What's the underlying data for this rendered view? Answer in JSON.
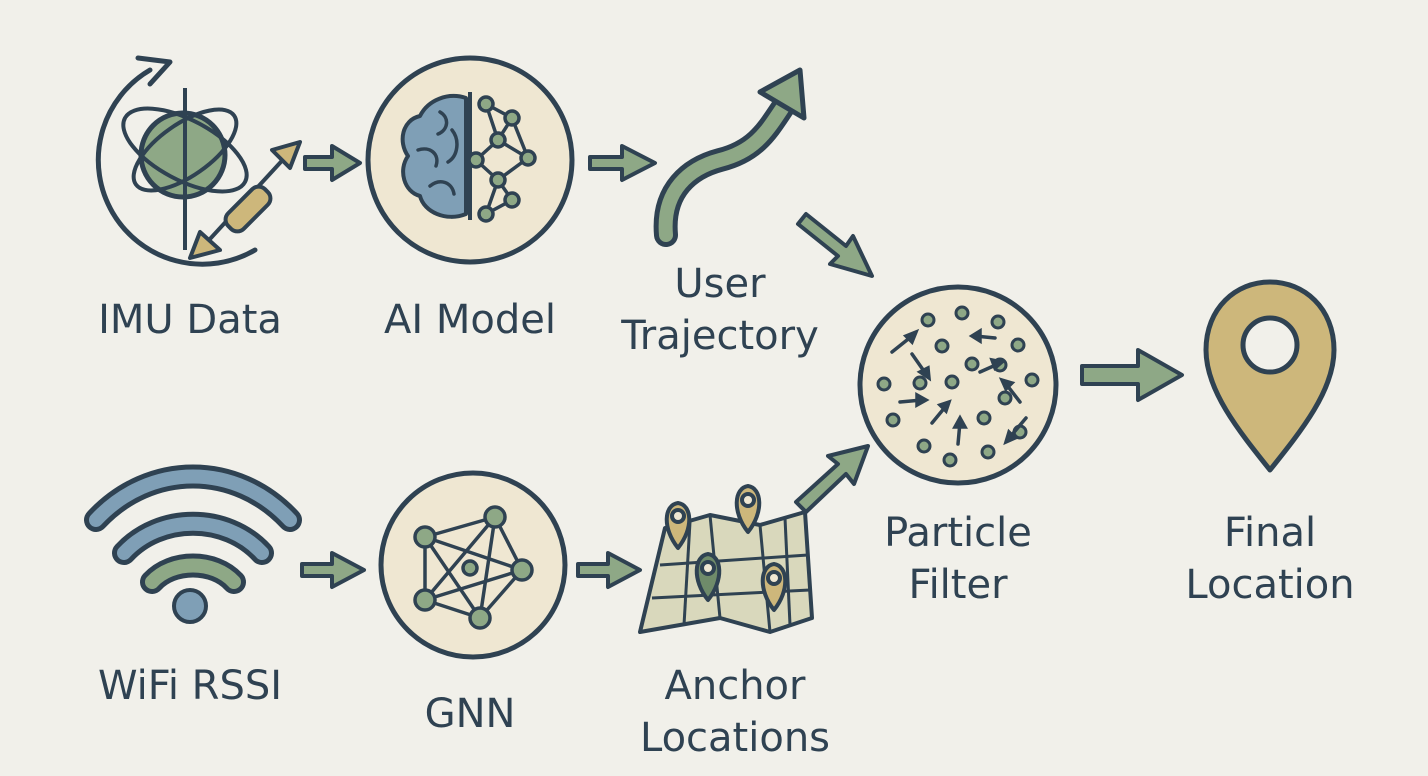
{
  "nodes": {
    "imu": {
      "label": "IMU Data"
    },
    "ai": {
      "label": "AI Model"
    },
    "trajectory": {
      "line1": "User",
      "line2": "Trajectory"
    },
    "wifi": {
      "label": "WiFi RSSI"
    },
    "gnn": {
      "label": "GNN"
    },
    "anchors": {
      "line1": "Anchor",
      "line2": "Locations"
    },
    "particle": {
      "line1": "Particle",
      "line2": "Filter"
    },
    "final": {
      "line1": "Final",
      "line2": "Location"
    }
  },
  "colors": {
    "ink": "#2f4252",
    "sage": "#8ea886",
    "sage_dark": "#6f8b6a",
    "tan": "#cdb77b",
    "cream": "#efe7d2",
    "blue": "#7f9fb6",
    "background": "#f1f0ea"
  }
}
